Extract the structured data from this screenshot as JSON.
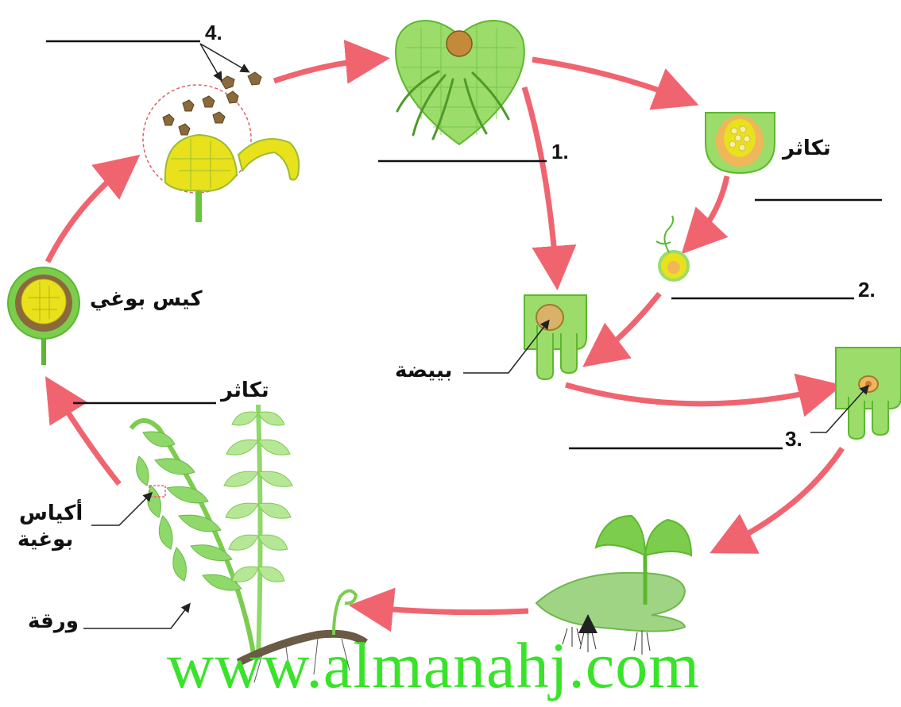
{
  "labels": {
    "tkathur_top": "تكاثر",
    "tkathur_fern": "تكاثر",
    "kis_bawgi": "كيس بوغي",
    "bayda": "بييضة",
    "akyas_line1": "أكياس",
    "akyas_line2": "بوغية",
    "waraqa": "ورقة"
  },
  "blanks": {
    "n1": "1.",
    "n2": "2.",
    "n3": "3.",
    "n4": "4."
  },
  "watermark": "www.almanahj.com",
  "colors": {
    "arrow": "#f06470",
    "leaf_light": "#9bdc6a",
    "leaf_dark": "#5cb82e",
    "yellow": "#e8e11c",
    "spore_brown": "#8a6a3a",
    "watermark": "#39e32a"
  }
}
